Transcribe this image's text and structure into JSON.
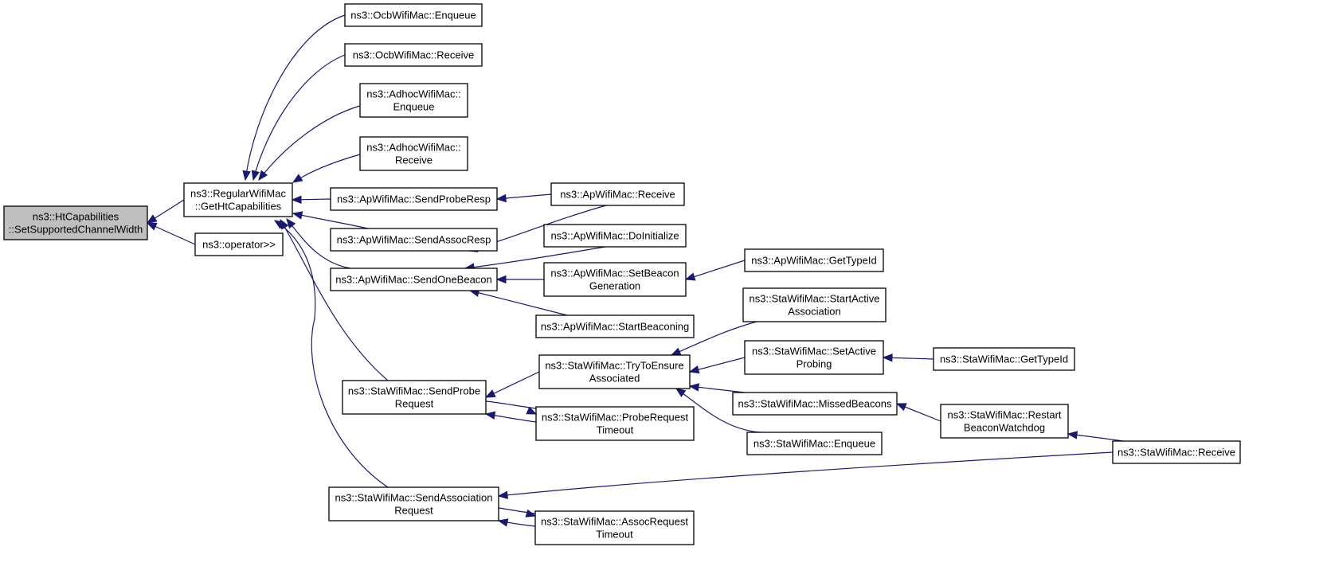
{
  "colors": {
    "edge": "#191970",
    "root_fill": "#bfbfbf",
    "node_fill": "#ffffff",
    "border": "#000000"
  },
  "nodes": [
    {
      "id": "n0",
      "lines": [
        "ns3::HtCapabilities",
        "::SetSupportedChannelWidth"
      ],
      "root": true
    },
    {
      "id": "n1",
      "lines": [
        "ns3::RegularWifiMac",
        "::GetHtCapabilities"
      ]
    },
    {
      "id": "n2",
      "lines": [
        "ns3::operator>>"
      ]
    },
    {
      "id": "n3",
      "lines": [
        "ns3::OcbWifiMac::Enqueue"
      ]
    },
    {
      "id": "n4",
      "lines": [
        "ns3::OcbWifiMac::Receive"
      ]
    },
    {
      "id": "n5",
      "lines": [
        "ns3::AdhocWifiMac::",
        "Enqueue"
      ]
    },
    {
      "id": "n6",
      "lines": [
        "ns3::AdhocWifiMac::",
        "Receive"
      ]
    },
    {
      "id": "n7",
      "lines": [
        "ns3::ApWifiMac::SendProbeResp"
      ]
    },
    {
      "id": "n8",
      "lines": [
        "ns3::ApWifiMac::SendAssocResp"
      ]
    },
    {
      "id": "n9",
      "lines": [
        "ns3::ApWifiMac::SendOneBeacon"
      ]
    },
    {
      "id": "n10",
      "lines": [
        "ns3::StaWifiMac::SendProbe",
        "Request"
      ]
    },
    {
      "id": "n11",
      "lines": [
        "ns3::StaWifiMac::SendAssociation",
        "Request"
      ]
    },
    {
      "id": "n12",
      "lines": [
        "ns3::ApWifiMac::Receive"
      ]
    },
    {
      "id": "n13",
      "lines": [
        "ns3::ApWifiMac::DoInitialize"
      ]
    },
    {
      "id": "n14",
      "lines": [
        "ns3::ApWifiMac::SetBeacon",
        "Generation"
      ]
    },
    {
      "id": "n15",
      "lines": [
        "ns3::ApWifiMac::StartBeaconing"
      ]
    },
    {
      "id": "n16",
      "lines": [
        "ns3::StaWifiMac::TryToEnsure",
        "Associated"
      ]
    },
    {
      "id": "n17",
      "lines": [
        "ns3::StaWifiMac::ProbeRequest",
        "Timeout"
      ]
    },
    {
      "id": "n18",
      "lines": [
        "ns3::StaWifiMac::AssocRequest",
        "Timeout"
      ]
    },
    {
      "id": "n19",
      "lines": [
        "ns3::ApWifiMac::GetTypeId"
      ]
    },
    {
      "id": "n20",
      "lines": [
        "ns3::StaWifiMac::StartActive",
        "Association"
      ]
    },
    {
      "id": "n21",
      "lines": [
        "ns3::StaWifiMac::SetActive",
        "Probing"
      ]
    },
    {
      "id": "n22",
      "lines": [
        "ns3::StaWifiMac::MissedBeacons"
      ]
    },
    {
      "id": "n23",
      "lines": [
        "ns3::StaWifiMac::Enqueue"
      ]
    },
    {
      "id": "n24",
      "lines": [
        "ns3::StaWifiMac::GetTypeId"
      ]
    },
    {
      "id": "n25",
      "lines": [
        "ns3::StaWifiMac::Restart",
        "BeaconWatchdog"
      ]
    },
    {
      "id": "n26",
      "lines": [
        "ns3::StaWifiMac::Receive"
      ]
    }
  ],
  "edges": [
    {
      "from": "n1",
      "to": "n0"
    },
    {
      "from": "n2",
      "to": "n0"
    },
    {
      "from": "n3",
      "to": "n1"
    },
    {
      "from": "n4",
      "to": "n1"
    },
    {
      "from": "n5",
      "to": "n1"
    },
    {
      "from": "n6",
      "to": "n1"
    },
    {
      "from": "n7",
      "to": "n1"
    },
    {
      "from": "n8",
      "to": "n1"
    },
    {
      "from": "n9",
      "to": "n1"
    },
    {
      "from": "n10",
      "to": "n1"
    },
    {
      "from": "n11",
      "to": "n1"
    },
    {
      "from": "n12",
      "to": "n7"
    },
    {
      "from": "n12",
      "to": "n8"
    },
    {
      "from": "n13",
      "to": "n9"
    },
    {
      "from": "n14",
      "to": "n9"
    },
    {
      "from": "n15",
      "to": "n9"
    },
    {
      "from": "n16",
      "to": "n10"
    },
    {
      "from": "n17",
      "to": "n10"
    },
    {
      "from": "n10",
      "to": "n17"
    },
    {
      "from": "n19",
      "to": "n14"
    },
    {
      "from": "n20",
      "to": "n16"
    },
    {
      "from": "n21",
      "to": "n16"
    },
    {
      "from": "n22",
      "to": "n16"
    },
    {
      "from": "n23",
      "to": "n16"
    },
    {
      "from": "n24",
      "to": "n21"
    },
    {
      "from": "n25",
      "to": "n22"
    },
    {
      "from": "n26",
      "to": "n25"
    },
    {
      "from": "n26",
      "to": "n11"
    },
    {
      "from": "n18",
      "to": "n11"
    },
    {
      "from": "n11",
      "to": "n18"
    }
  ]
}
